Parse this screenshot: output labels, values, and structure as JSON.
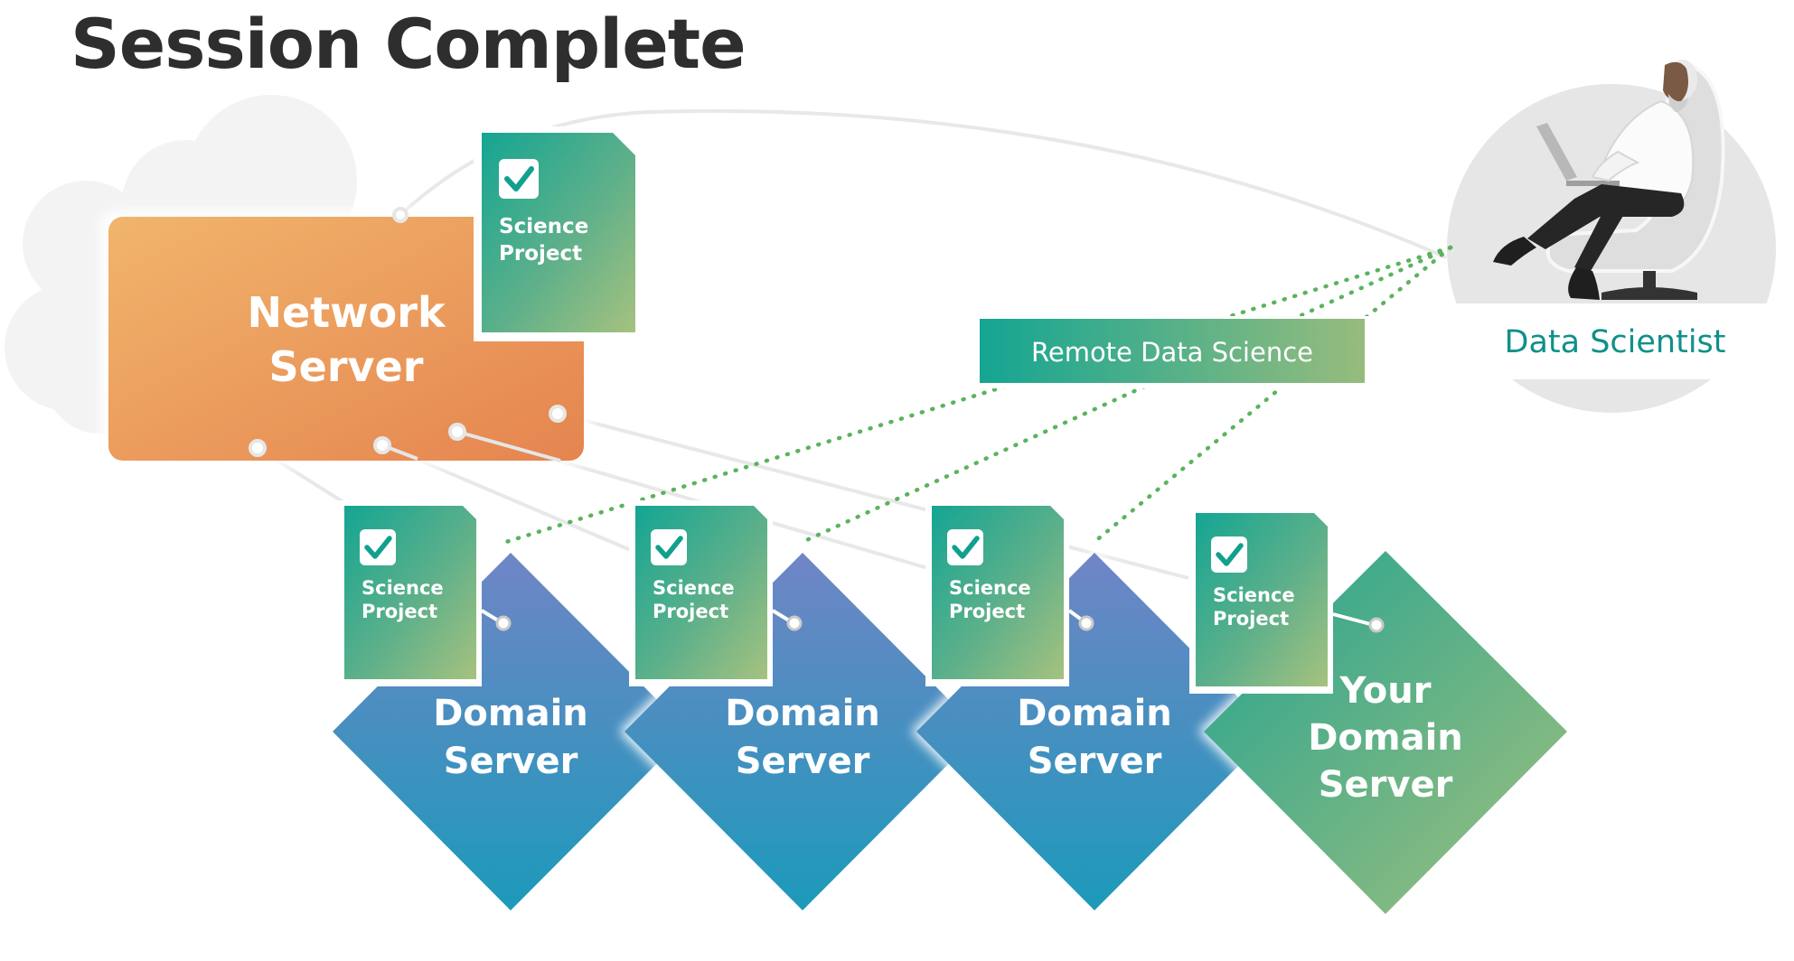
{
  "title": "Session Complete",
  "network_server": {
    "line1": "Network",
    "line2": "Server"
  },
  "remote_label": "Remote Data Science",
  "data_scientist": {
    "label": "Data Scientist"
  },
  "science_project": {
    "line1": "Science",
    "line2": "Project",
    "status": "checked"
  },
  "domains": [
    {
      "line1": "Domain",
      "line2": "Server",
      "line3": ""
    },
    {
      "line1": "Domain",
      "line2": "Server",
      "line3": ""
    },
    {
      "line1": "Domain",
      "line2": "Server",
      "line3": ""
    },
    {
      "line1": "Your",
      "line2": "Domain",
      "line3": "Server"
    }
  ],
  "colors": {
    "network_orange": "#EA8E56",
    "teal": "#17A398",
    "sage": "#96BC7E",
    "domain_blue_top": "#6E87C7",
    "domain_blue_bottom": "#1E98B9",
    "domain_green": "#4DB08A",
    "dotted_line": "#5BB35E",
    "title": "#2E2E2E"
  }
}
